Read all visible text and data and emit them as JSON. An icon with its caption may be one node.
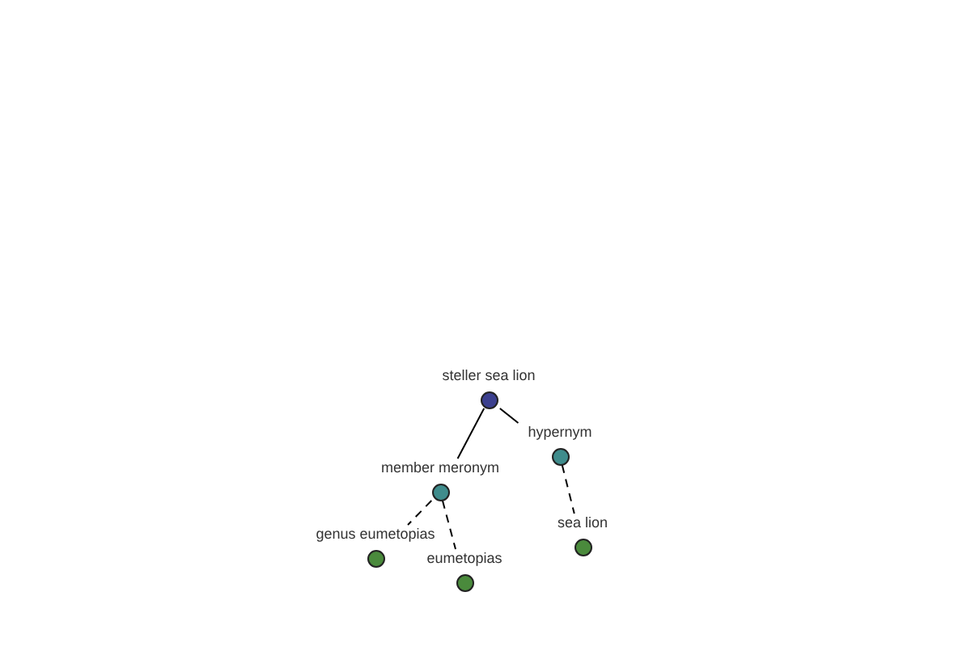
{
  "diagram": {
    "nodes": [
      {
        "text": [
          "steller sea lion"
        ]
      },
      {
        "text": [
          "member meronym"
        ]
      },
      {
        "text": [
          "hypernym"
        ]
      },
      {
        "text": [
          "genus eumetopias"
        ]
      },
      {
        "text": [
          "eumetopias"
        ]
      },
      {
        "text": [
          "sea lion"
        ]
      }
    ],
    "edges": [
      {
        "from": 0,
        "to": 1,
        "arrow": "none"
      },
      {
        "from": 0,
        "to": 2,
        "arrow": "none"
      },
      {
        "from": 1,
        "to": 3,
        "arrow": "none",
        "style": "dashed"
      },
      {
        "from": 1,
        "to": 4,
        "arrow": "none",
        "style": "dashed"
      },
      {
        "from": 2,
        "to": 5,
        "arrow": "none",
        "style": "dashed"
      }
    ]
  }
}
